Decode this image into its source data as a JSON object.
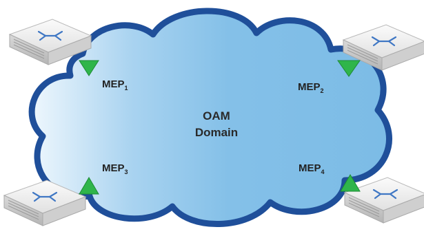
{
  "domain": {
    "line1": "OAM",
    "line2": "Domain"
  },
  "meps": [
    {
      "name": "MEP",
      "index": "1",
      "direction": "down"
    },
    {
      "name": "MEP",
      "index": "2",
      "direction": "down"
    },
    {
      "name": "MEP",
      "index": "3",
      "direction": "up"
    },
    {
      "name": "MEP",
      "index": "4",
      "direction": "up"
    }
  ],
  "colors": {
    "cloud_outline": "#1f4f9a",
    "cloud_fill_light": "#eaf5fc",
    "cloud_fill_dark": "#79b9e4",
    "mep_triangle": "#2fb54a",
    "router_body": "#e7e7e7"
  },
  "icons": {
    "router": "network-router-icon",
    "mep": "triangle-icon"
  }
}
